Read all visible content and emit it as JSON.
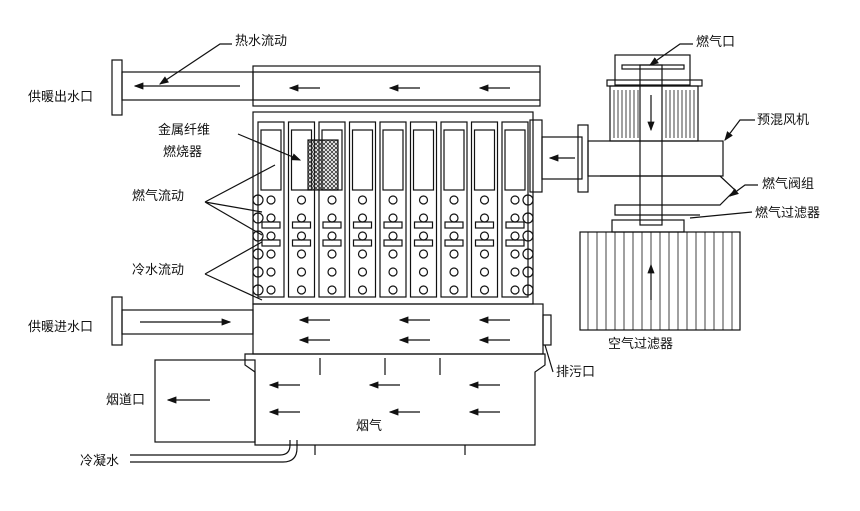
{
  "labels": {
    "hot_water_flow": "热水流动",
    "heating_outlet": "供暖出水口",
    "burner_line1": "金属纤维",
    "burner_line2": "燃烧器",
    "gas_flow": "燃气流动",
    "cold_water_flow": "冷水流动",
    "heating_inlet": "供暖进水口",
    "flue_outlet": "烟道口",
    "condensate": "冷凝水",
    "flue_gas": "烟气",
    "drain": "排污口",
    "air_filter": "空气过滤器",
    "gas_filter": "燃气过滤器",
    "gas_valve_group": "燃气阀组",
    "premix_fan": "预混风机",
    "gas_inlet": "燃气口"
  },
  "colors": {
    "line": "#111111",
    "background": "#ffffff"
  }
}
